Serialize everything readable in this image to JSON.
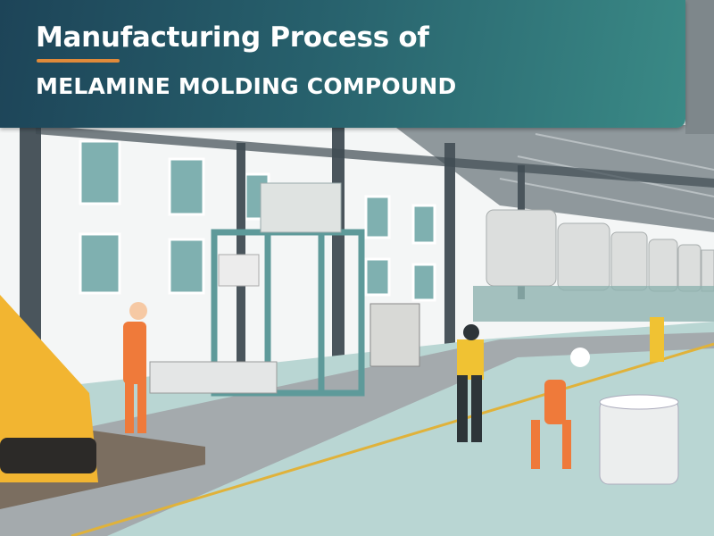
{
  "banner": {
    "title": "Manufacturing Process of",
    "subtitle": "MELAMINE MOLDING COMPOUND",
    "accent_color": "#e08a3a"
  },
  "scene": {
    "description_icon": "factory-illustration"
  }
}
